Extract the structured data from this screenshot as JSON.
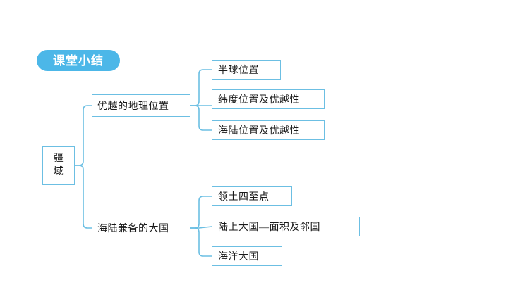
{
  "page": {
    "background_color": "#ffffff",
    "accent_color": "#6cbfe3",
    "pill_color": "#4cb7e8",
    "text_color": "#1a1a1a"
  },
  "header": {
    "badge_label": "课堂小结"
  },
  "diagram": {
    "type": "mind-map",
    "root": {
      "label": "疆\n域"
    },
    "branches": [
      {
        "label": "优越的地理位置",
        "children": [
          {
            "label": "半球位置"
          },
          {
            "label": "纬度位置及优越性"
          },
          {
            "label": "海陆位置及优越性"
          }
        ]
      },
      {
        "label": "海陆兼备的大国",
        "children": [
          {
            "label": "领土四至点"
          },
          {
            "label": "陆上大国—面积及邻国"
          },
          {
            "label": "海洋大国"
          }
        ]
      }
    ]
  }
}
